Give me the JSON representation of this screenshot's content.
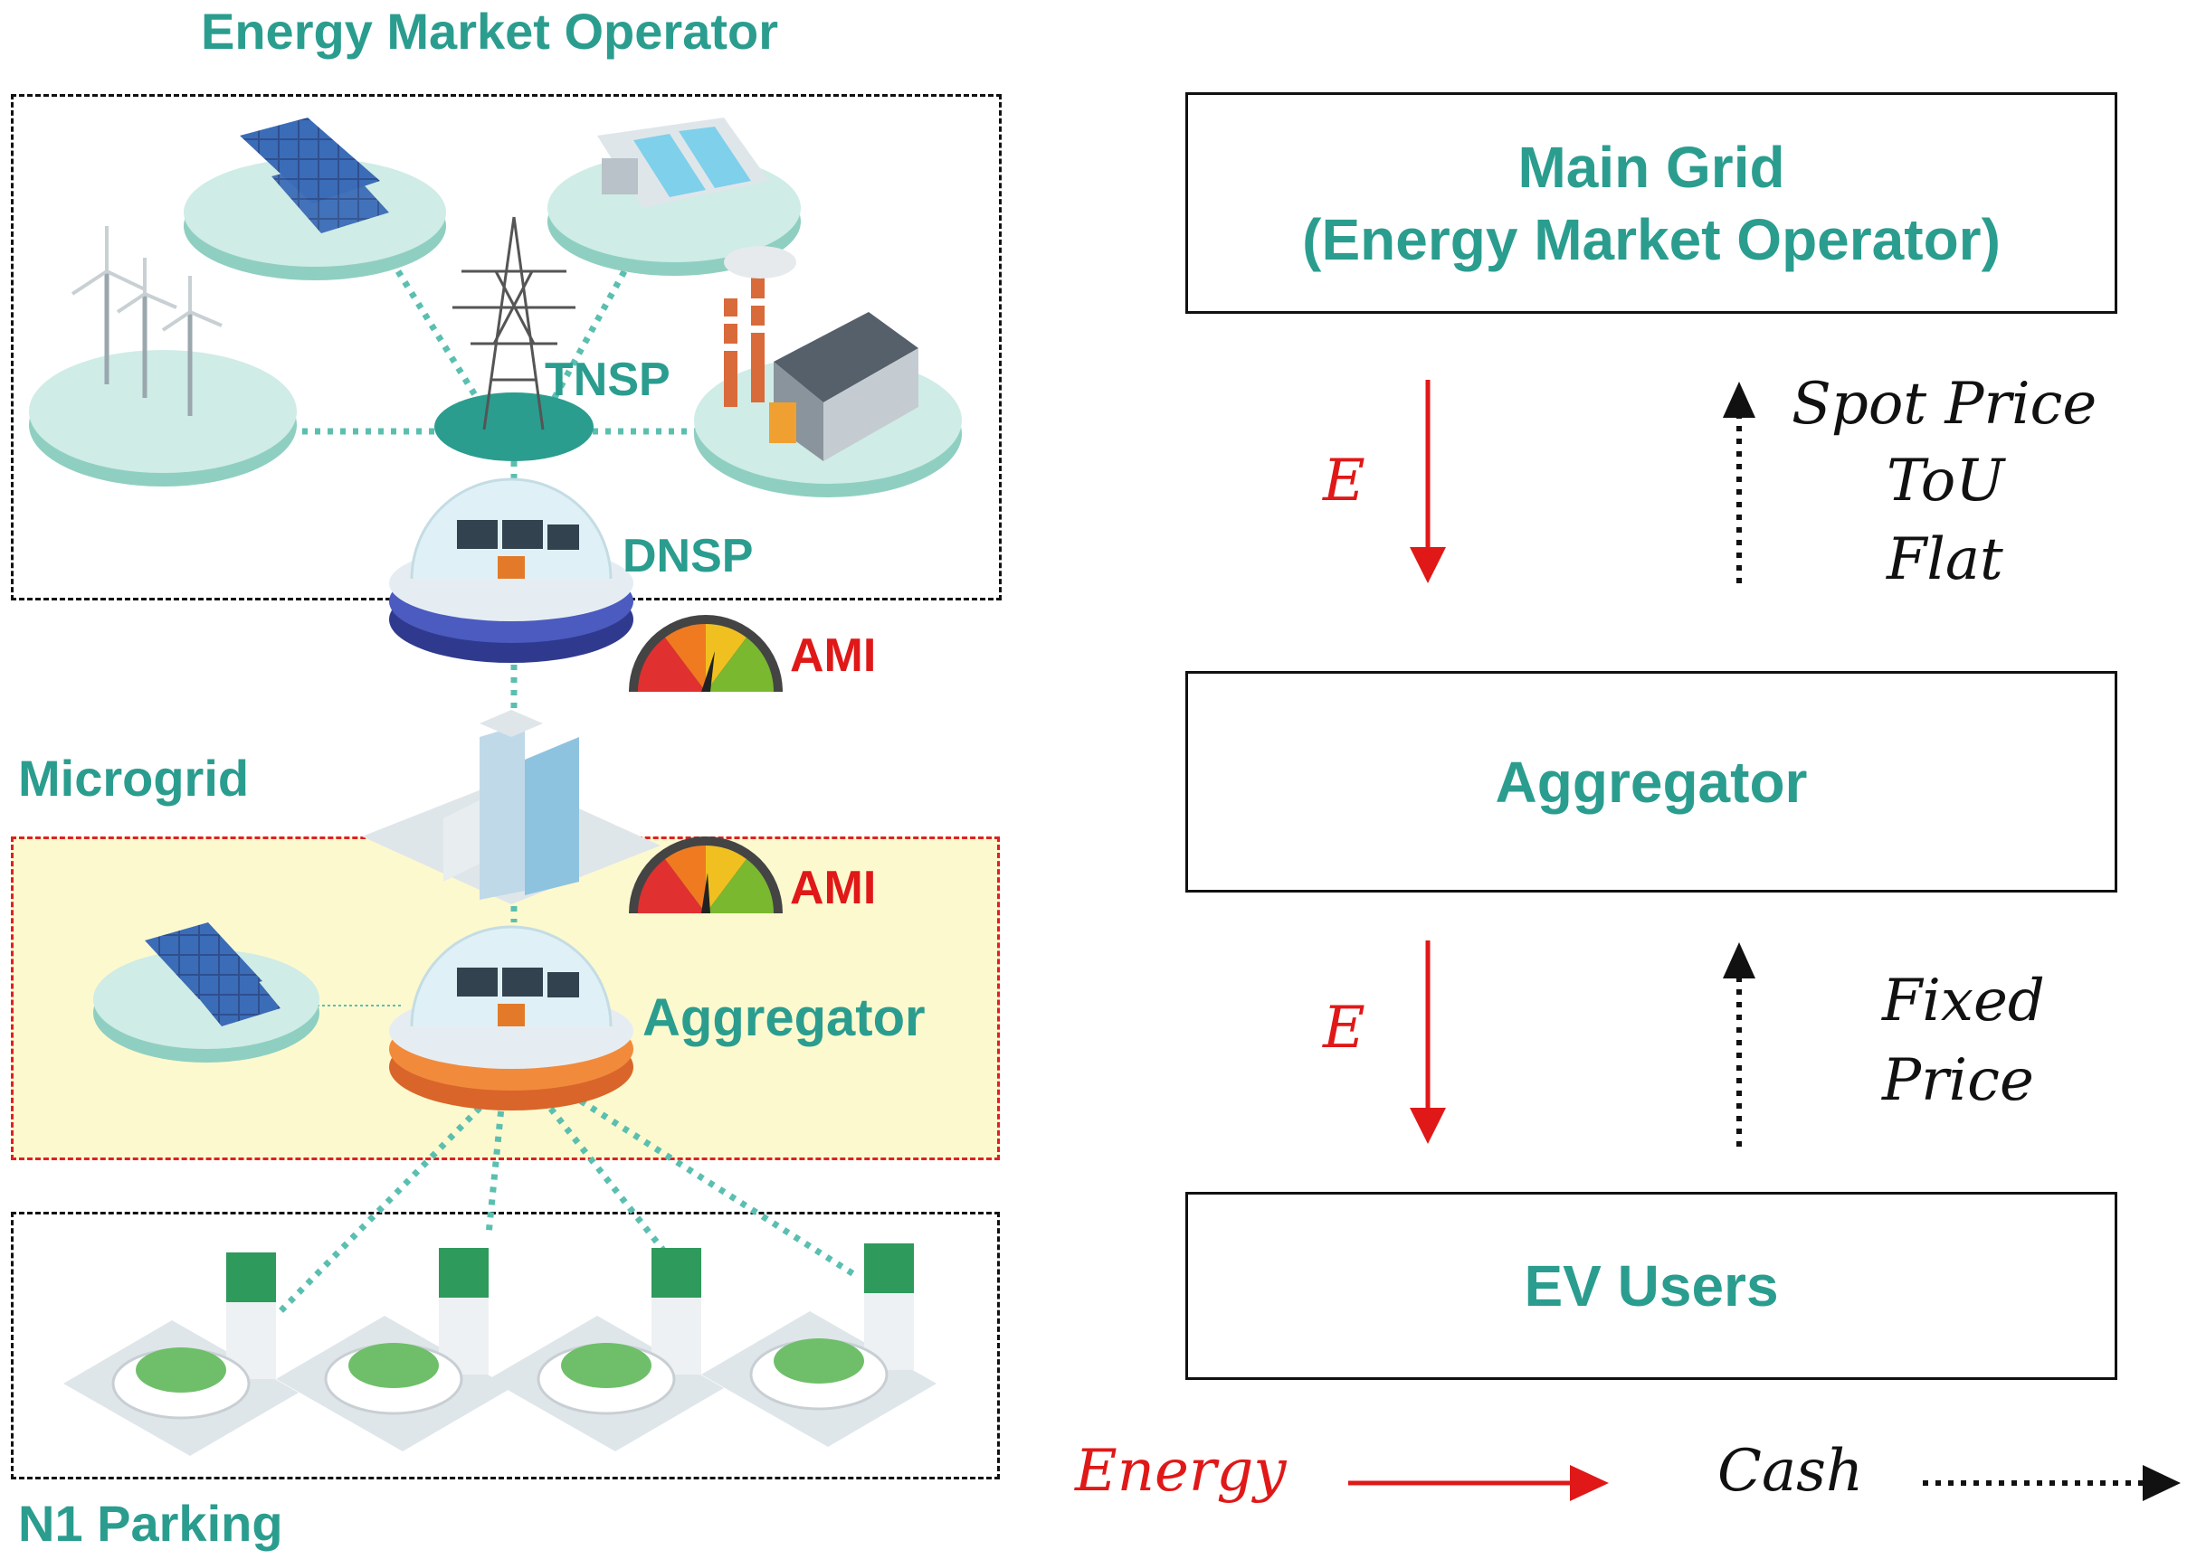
{
  "left": {
    "energy_market_operator": "Energy Market Operator",
    "tnsp": "TNSP",
    "dnsp": "DNSP",
    "ami_top": "AMI",
    "microgrid": "Microgrid",
    "ami_mid": "AMI",
    "aggregator": "Aggregator",
    "parking": "N1 Parking"
  },
  "right": {
    "main_grid_line1": "Main Grid",
    "main_grid_line2": "(Energy Market Operator)",
    "aggregator_box": "Aggregator",
    "ev_users_box": "EV Users",
    "energy_label_top": "E",
    "energy_label_bottom": "E",
    "price_top": [
      "Spot Price",
      "ToU",
      "Flat"
    ],
    "price_bottom": [
      "Fixed",
      "Price"
    ],
    "legend_energy": "Energy",
    "legend_cash": "Cash"
  },
  "colors": {
    "teal": "#2a9d8f",
    "red_arrow": "#e01818",
    "aggregator_zone": "#fdf9cf",
    "aggregator_dash": "#e02020",
    "black_dash": "#111111"
  }
}
